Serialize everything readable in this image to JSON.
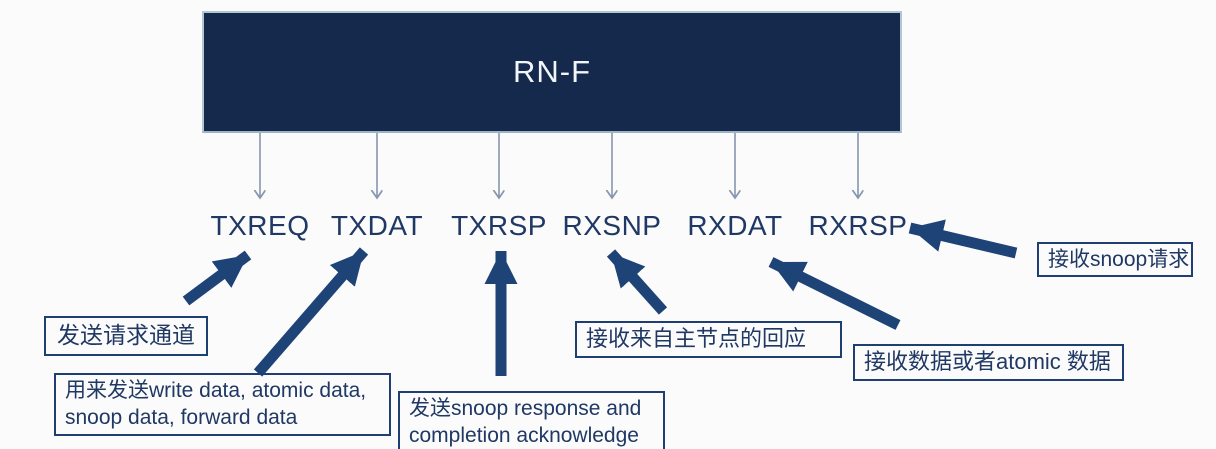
{
  "diagram": {
    "title_node": {
      "label": "RN-F"
    },
    "channels": [
      {
        "label": "TXREQ"
      },
      {
        "label": "TXDAT"
      },
      {
        "label": "TXRSP"
      },
      {
        "label": "RXSNP"
      },
      {
        "label": "RXDAT"
      },
      {
        "label": "RXRSP"
      }
    ],
    "annotations": [
      {
        "target": "TXREQ",
        "text": "发送请求通道"
      },
      {
        "target": "TXDAT",
        "text": "用来发送write data, atomic data, snoop data, forward data"
      },
      {
        "target": "TXRSP",
        "text": "发送snoop response and completion acknowledge"
      },
      {
        "target": "RXSNP",
        "text": "接收来自主节点的回应"
      },
      {
        "target": "RXDAT",
        "text": "接收数据或者atomic 数据"
      },
      {
        "target": "RXRSP",
        "text": "接收snoop请求"
      }
    ],
    "colors": {
      "node_fill": "#14294b",
      "node_border": "#b6c5d2",
      "node_text": "#f2f5f9",
      "channel_text": "#1f3864",
      "annotation_border": "#1f3f73",
      "annotation_text": "#1f3864",
      "big_arrow": "#1e4377",
      "thin_arrow": "#8796ad",
      "background": "#fbfbfc"
    }
  }
}
